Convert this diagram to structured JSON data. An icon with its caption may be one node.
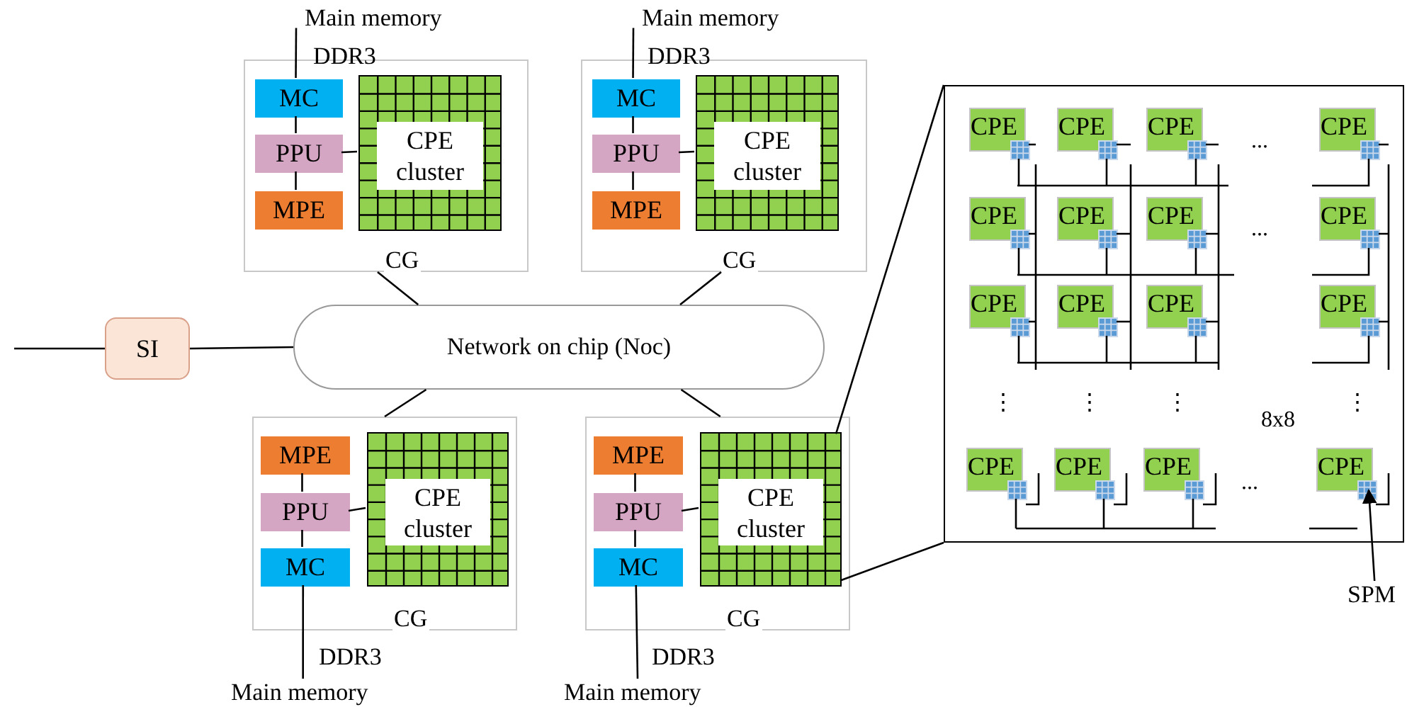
{
  "diagram": {
    "nodes": [
      {
        "text": [
          "Main memory"
        ]
      },
      {
        "text": [
          "Main memory"
        ]
      },
      {
        "text": [
          "CG"
        ]
      },
      {
        "text": [
          "MC"
        ],
        "in": 2
      },
      {
        "text": [
          "PPU"
        ],
        "in": 2
      },
      {
        "text": [
          "MPE"
        ],
        "in": 2
      },
      {
        "text": [
          "CPE cluster"
        ],
        "in": 2
      },
      {
        "text": [
          "CG"
        ]
      },
      {
        "text": [
          "MC"
        ],
        "in": 7
      },
      {
        "text": [
          "PPU"
        ],
        "in": 7
      },
      {
        "text": [
          "MPE"
        ],
        "in": 7
      },
      {
        "text": [
          "CPE cluster"
        ],
        "in": 7
      },
      {
        "text": [
          "SI"
        ]
      },
      {
        "text": [
          "Network on chip (Noc)"
        ]
      },
      {
        "text": [
          "CG"
        ]
      },
      {
        "text": [
          "MPE"
        ],
        "in": 14
      },
      {
        "text": [
          "PPU"
        ],
        "in": 14
      },
      {
        "text": [
          "MC"
        ],
        "in": 14
      },
      {
        "text": [
          "CPE cluster"
        ],
        "in": 14
      },
      {
        "text": [
          "CG"
        ]
      },
      {
        "text": [
          "MPE"
        ],
        "in": 19
      },
      {
        "text": [
          "PPU"
        ],
        "in": 19
      },
      {
        "text": [
          "MC"
        ],
        "in": 19
      },
      {
        "text": [
          "CPE cluster"
        ],
        "in": 19
      },
      {
        "text": [
          "Main memory"
        ]
      },
      {
        "text": [
          "Main memory"
        ]
      },
      {
        "text": [],
        "shape": "box"
      },
      {
        "text": [
          "CPE"
        ],
        "in": 26
      },
      {
        "text": [
          "CPE"
        ],
        "in": 26
      },
      {
        "text": [
          "CPE"
        ],
        "in": 26
      },
      {
        "text": [
          "CPE"
        ],
        "in": 26
      },
      {
        "text": [
          "CPE"
        ],
        "in": 26
      },
      {
        "text": [
          "CPE"
        ],
        "in": 26
      },
      {
        "text": [
          "CPE"
        ],
        "in": 26
      },
      {
        "text": [
          "CPE"
        ],
        "in": 26
      },
      {
        "text": [
          "CPE"
        ],
        "in": 26
      },
      {
        "text": [
          "CPE"
        ],
        "in": 26
      },
      {
        "text": [
          "CPE"
        ],
        "in": 26
      },
      {
        "text": [
          "CPE"
        ],
        "in": 26
      },
      {
        "text": [
          "CPE"
        ],
        "in": 26
      },
      {
        "text": [
          "CPE"
        ],
        "in": 26
      },
      {
        "text": [
          "CPE"
        ],
        "in": 26
      },
      {
        "text": [
          "CPE"
        ],
        "in": 26
      },
      {
        "text": [
          "SPM"
        ]
      }
    ],
    "edges": [
      {
        "from": 0,
        "to": 3,
        "arrow": "none",
        "label": "DDR3"
      },
      {
        "from": 3,
        "to": 4,
        "arrow": "none"
      },
      {
        "from": 4,
        "to": 5,
        "arrow": "none"
      },
      {
        "from": 4,
        "to": 6,
        "arrow": "none"
      },
      {
        "from": 2,
        "to": 13,
        "arrow": "none"
      },
      {
        "from": 1,
        "to": 8,
        "arrow": "none",
        "label": "DDR3"
      },
      {
        "from": 8,
        "to": 9,
        "arrow": "none"
      },
      {
        "from": 9,
        "to": 10,
        "arrow": "none"
      },
      {
        "from": 9,
        "to": 11,
        "arrow": "none"
      },
      {
        "from": 7,
        "to": 13,
        "arrow": "none"
      },
      {
        "from": null,
        "to": 12,
        "arrow": "none"
      },
      {
        "from": 12,
        "to": 13,
        "arrow": "none"
      },
      {
        "from": 13,
        "to": 14,
        "arrow": "none"
      },
      {
        "from": 13,
        "to": 19,
        "arrow": "none"
      },
      {
        "from": 15,
        "to": 16,
        "arrow": "none"
      },
      {
        "from": 16,
        "to": 17,
        "arrow": "none"
      },
      {
        "from": 16,
        "to": 18,
        "arrow": "none"
      },
      {
        "from": 17,
        "to": 24,
        "arrow": "none",
        "label": "DDR3"
      },
      {
        "from": 20,
        "to": 21,
        "arrow": "none"
      },
      {
        "from": 21,
        "to": 22,
        "arrow": "none"
      },
      {
        "from": 21,
        "to": 23,
        "arrow": "none"
      },
      {
        "from": 22,
        "to": 25,
        "arrow": "none",
        "label": "DDR3"
      },
      {
        "from": 23,
        "to": 26,
        "arrow": "none"
      },
      {
        "from": 23,
        "to": 26,
        "arrow": "none"
      },
      {
        "from": 43,
        "to": 42,
        "arrow": "to"
      }
    ],
    "labels": [
      "...",
      "...",
      "⋮",
      "⋮",
      "⋮",
      "⋮",
      "8x8",
      "..."
    ]
  }
}
